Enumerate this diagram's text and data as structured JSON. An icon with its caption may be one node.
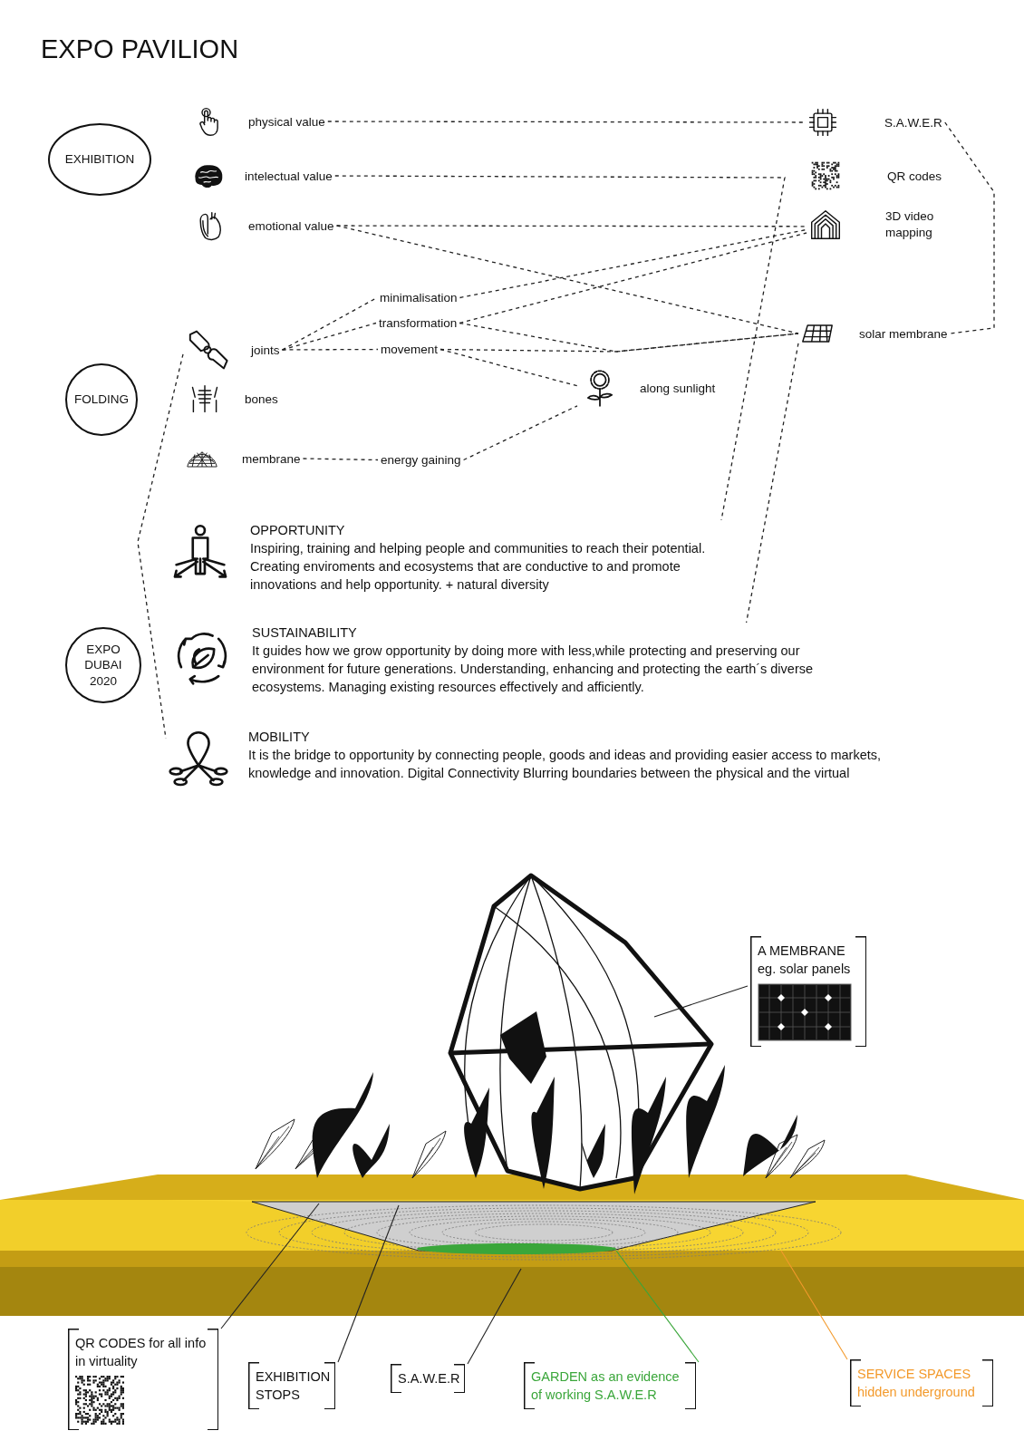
{
  "diagram": {
    "title": "EXPO PAVILION",
    "nodes": [
      {
        "text": [
          "EXHIBITION"
        ]
      },
      {
        "text": [
          "physical value"
        ]
      },
      {
        "text": [
          "intelectual value"
        ]
      },
      {
        "text": [
          "emotional value"
        ]
      },
      {
        "text": [
          "S.A.W.E.R"
        ]
      },
      {
        "text": [
          "QR codes"
        ]
      },
      {
        "text": [
          "3D video mapping"
        ]
      },
      {
        "text": [
          "FOLDING"
        ]
      },
      {
        "text": [
          "minimalisation"
        ]
      },
      {
        "text": [
          "transformation"
        ]
      },
      {
        "text": [
          "joints"
        ]
      },
      {
        "text": [
          "movement"
        ]
      },
      {
        "text": [
          "solar membrane"
        ]
      },
      {
        "text": [
          "along sunlight"
        ]
      },
      {
        "text": [
          "bones"
        ]
      },
      {
        "text": [
          "membrane"
        ]
      },
      {
        "text": [
          "energy gaining"
        ]
      },
      {
        "text": [
          "EXPO DUBAI 2020"
        ]
      },
      {
        "text": [
          "OPPORTUNITY",
          "Inspiring, training and helping people and communities to reach their potential. Creating enviroments and ecosystems that are conductive to and promote innovations and help  opportunity. + natural diversity"
        ]
      },
      {
        "text": [
          "SUSTAINABILITY",
          "It guides how we grow opportunity by doing more with less,while protecting and preserving our environment for future generations. Understanding, enhancing and protecting the earth´s diverse ecosystems. Managing existing resources effectively and afficiently."
        ]
      },
      {
        "text": [
          "MOBILITY",
          "It is the bridge to opportunity by connecting people, goods and ideas and providing easier access to markets, knowledge and innovation. Digital Connectivity Blurring boundaries between  the physical and the virtual"
        ]
      },
      {
        "text": [
          "A MEMBRANE eg. solar panels"
        ]
      },
      {
        "text": [
          "QR CODES for all info in virtuality"
        ]
      },
      {
        "text": [
          "EXHIBITION STOPS"
        ]
      },
      {
        "text": [
          "S.A.W.E.R"
        ]
      },
      {
        "text": [
          "GARDEN as an evidence of working S.A.W.E.R"
        ]
      },
      {
        "text": [
          "SERVICE SPACES hidden underground"
        ]
      }
    ],
    "edges": [
      {
        "from": 1,
        "to": 4,
        "arrow": "none",
        "style": "dashed"
      },
      {
        "from": 2,
        "to": 18,
        "arrow": "none",
        "style": "dashed"
      },
      {
        "from": 3,
        "to": 6,
        "arrow": "none",
        "style": "dashed"
      },
      {
        "from": 3,
        "to": 12,
        "arrow": "none",
        "style": "dashed"
      },
      {
        "from": 8,
        "to": 6,
        "arrow": "none",
        "style": "dashed"
      },
      {
        "from": 9,
        "to": 6,
        "arrow": "none",
        "style": "dashed"
      },
      {
        "from": 9,
        "to": 12,
        "arrow": "none",
        "style": "dashed"
      },
      {
        "from": 11,
        "to": 12,
        "arrow": "none",
        "style": "dashed"
      },
      {
        "from": 11,
        "to": 13,
        "arrow": "none",
        "style": "dashed"
      },
      {
        "from": 16,
        "to": 13,
        "arrow": "none",
        "style": "dashed"
      },
      {
        "from": 15,
        "to": 16,
        "arrow": "none",
        "style": "dashed"
      },
      {
        "from": 10,
        "to": 8,
        "arrow": "none",
        "style": "dashed"
      },
      {
        "from": 10,
        "to": 9,
        "arrow": "none",
        "style": "dashed"
      },
      {
        "from": 10,
        "to": 11,
        "arrow": "none",
        "style": "dashed"
      },
      {
        "from": 4,
        "to": 12,
        "arrow": "none",
        "style": "dashed"
      },
      {
        "from": 12,
        "to": 19,
        "arrow": "none",
        "style": "dashed"
      },
      {
        "from": 10,
        "to": 20,
        "arrow": "none",
        "style": "dashed"
      },
      {
        "from": 21,
        "to": null,
        "arrow": "none"
      },
      {
        "from": 22,
        "to": null,
        "arrow": "none"
      },
      {
        "from": 23,
        "to": null,
        "arrow": "none"
      },
      {
        "from": 24,
        "to": null,
        "arrow": "none"
      },
      {
        "from": 25,
        "to": null,
        "arrow": "none",
        "color": "#3aa63a"
      },
      {
        "from": 26,
        "to": null,
        "arrow": "none",
        "color": "#f39a2c"
      }
    ]
  }
}
